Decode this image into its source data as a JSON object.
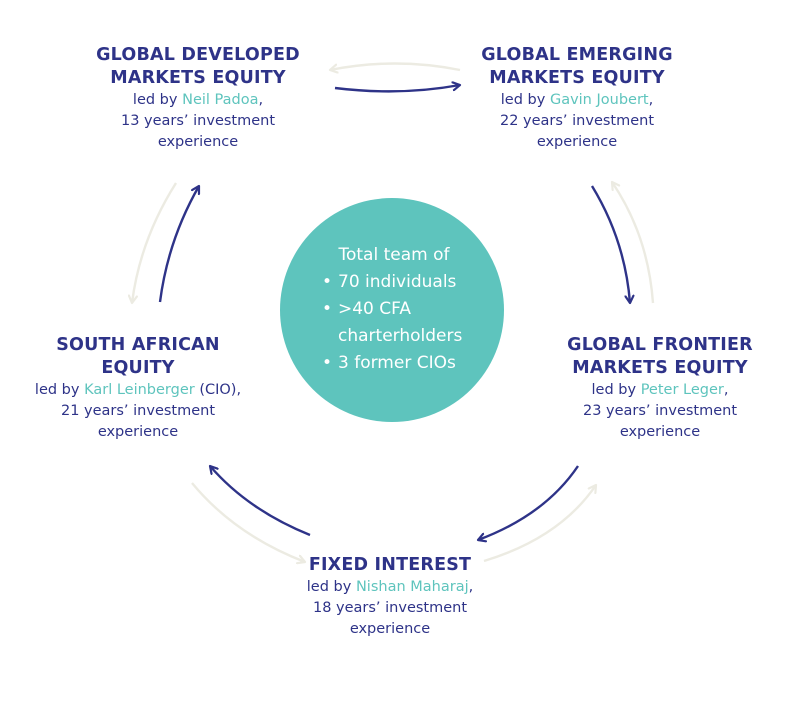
{
  "colors": {
    "navy": "#2e3388",
    "teal": "#5ec4bd",
    "light_arrow": "#ecebe2"
  },
  "center": {
    "heading": "Total team of",
    "bullets": [
      "70 individuals",
      ">40 CFA charterholders",
      "3 former CIOs"
    ]
  },
  "teams": [
    {
      "title": "GLOBAL DEVELOPED\nMARKETS EQUITY",
      "led_prefix": "led by ",
      "leader": "Neil Padoa",
      "led_suffix": ",",
      "years": "13 years’ investment",
      "experience": "experience"
    },
    {
      "title": "GLOBAL EMERGING\nMARKETS EQUITY",
      "led_prefix": "led by ",
      "leader": "Gavin Joubert",
      "led_suffix": ",",
      "years": "22 years’ investment",
      "experience": "experience"
    },
    {
      "title": "GLOBAL FRONTIER\nMARKETS EQUITY",
      "led_prefix": "led by ",
      "leader": "Peter Leger",
      "led_suffix": ",",
      "years": "23 years’ investment",
      "experience": "experience"
    },
    {
      "title": "FIXED INTEREST",
      "led_prefix": "led by ",
      "leader": "Nishan Maharaj",
      "led_suffix": ",",
      "years": "18 years’ investment",
      "experience": "experience"
    },
    {
      "title": "SOUTH AFRICAN\nEQUITY",
      "led_prefix": "led by ",
      "leader": "Karl Leinberger",
      "led_suffix": " (CIO),",
      "years": "21 years’ investment",
      "experience": "experience"
    }
  ]
}
